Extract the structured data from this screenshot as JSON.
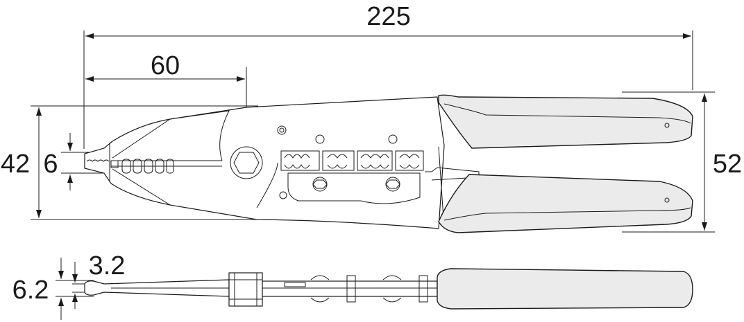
{
  "dimensions": {
    "overall_length": "225",
    "head_length": "60",
    "head_height": "42",
    "tip_opening": "6",
    "handle_span": "52",
    "side_tip": "3.2",
    "side_thickness": "6.2"
  },
  "colors": {
    "line": "#1a1a1a",
    "grip_fill": "#ebebeb",
    "body_fill": "#ffffff"
  }
}
